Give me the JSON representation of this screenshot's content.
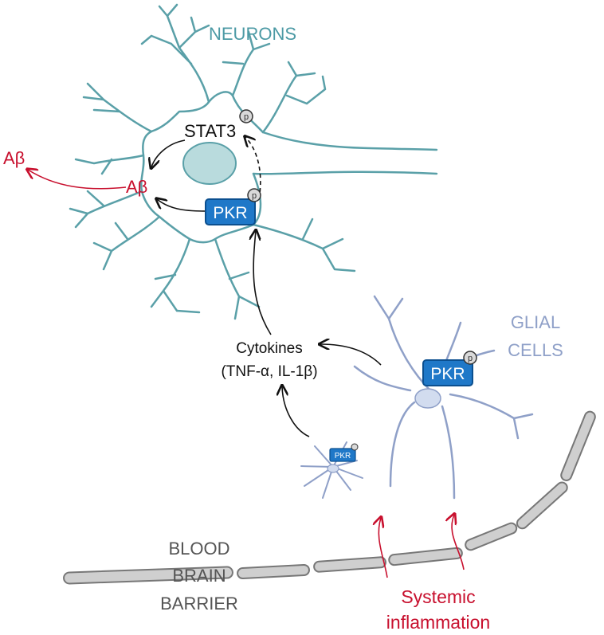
{
  "labels": {
    "neurons": "NEURONS",
    "glial_line1": "GLIAL",
    "glial_line2": "CELLS",
    "stat3": "STAT3",
    "pkr_neuron": "PKR",
    "pkr_glia_large": "PKR",
    "pkr_glia_small": "PKR",
    "phospho": "p",
    "abeta_inner": "Aβ",
    "abeta_outer": "Aβ",
    "cytokines_line1": "Cytokines",
    "cytokines_line2": "(TNF-α, IL-1β)",
    "bbb_line1": "BLOOD",
    "bbb_line2": "BRAIN",
    "bbb_line3": "BARRIER",
    "systemic_line1": "Systemic",
    "systemic_line2": "inflammation"
  },
  "colors": {
    "neuron": "#5aa0a8",
    "neuron_nucleus": "#b9dbdd",
    "glia": "#8fa0c8",
    "glia_nucleus": "#d2dcef",
    "pkr_box": "#1f78c8",
    "pkr_box_border": "#0b4f8f",
    "red_text": "#c8102e",
    "label_teal": "#4c9aa5",
    "label_glial": "#8fa0c8",
    "label_grey": "#555555"
  }
}
